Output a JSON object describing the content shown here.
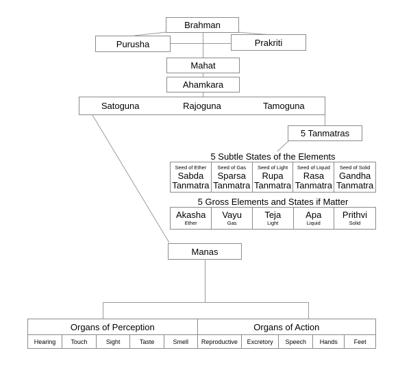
{
  "diagram": {
    "title_nodes": {
      "brahman": "Brahman",
      "purusha": "Purusha",
      "prakriti": "Prakriti",
      "mahat": "Mahat",
      "ahamkara": "Ahamkara",
      "tanmatras": "5 Tanmatras",
      "manas": "Manas"
    },
    "gunas": [
      "Satoguna",
      "Rajoguna",
      "Tamoguna"
    ],
    "subtle": {
      "caption": "5 Subtle States of the Elements",
      "cells": [
        {
          "seed": "Seed of Ether",
          "main": "Sabda",
          "sub": "Tanmatra"
        },
        {
          "seed": "Seed of Gas",
          "main": "Sparsa",
          "sub": "Tanmatra"
        },
        {
          "seed": "Seed of Light",
          "main": "Rupa",
          "sub": "Tanmatra"
        },
        {
          "seed": "Seed of Liquid",
          "main": "Rasa",
          "sub": "Tanmatra"
        },
        {
          "seed": "Seed of Solid",
          "main": "Gandha",
          "sub": "Tanmatra"
        }
      ]
    },
    "gross": {
      "caption": "5 Gross Elements and States if Matter",
      "cells": [
        {
          "main": "Akasha",
          "sub": "Ether"
        },
        {
          "main": "Vayu",
          "sub": "Gas"
        },
        {
          "main": "Teja",
          "sub": "Light"
        },
        {
          "main": "Apa",
          "sub": "Liquid"
        },
        {
          "main": "Prithvi",
          "sub": "Solid"
        }
      ]
    },
    "organs": {
      "groups": [
        {
          "label": "Organs of Perception",
          "items": [
            "Hearing",
            "Touch",
            "Sight",
            "Taste",
            "Smell"
          ]
        },
        {
          "label": "Organs of Action",
          "items": [
            "Reproductive",
            "Excretory",
            "Speech",
            "Hands",
            "Feet"
          ]
        }
      ]
    },
    "colors": {
      "background": "#ffffff",
      "border": "#8a8a8a",
      "connector": "#9a9a9a",
      "text": "#000000"
    }
  }
}
